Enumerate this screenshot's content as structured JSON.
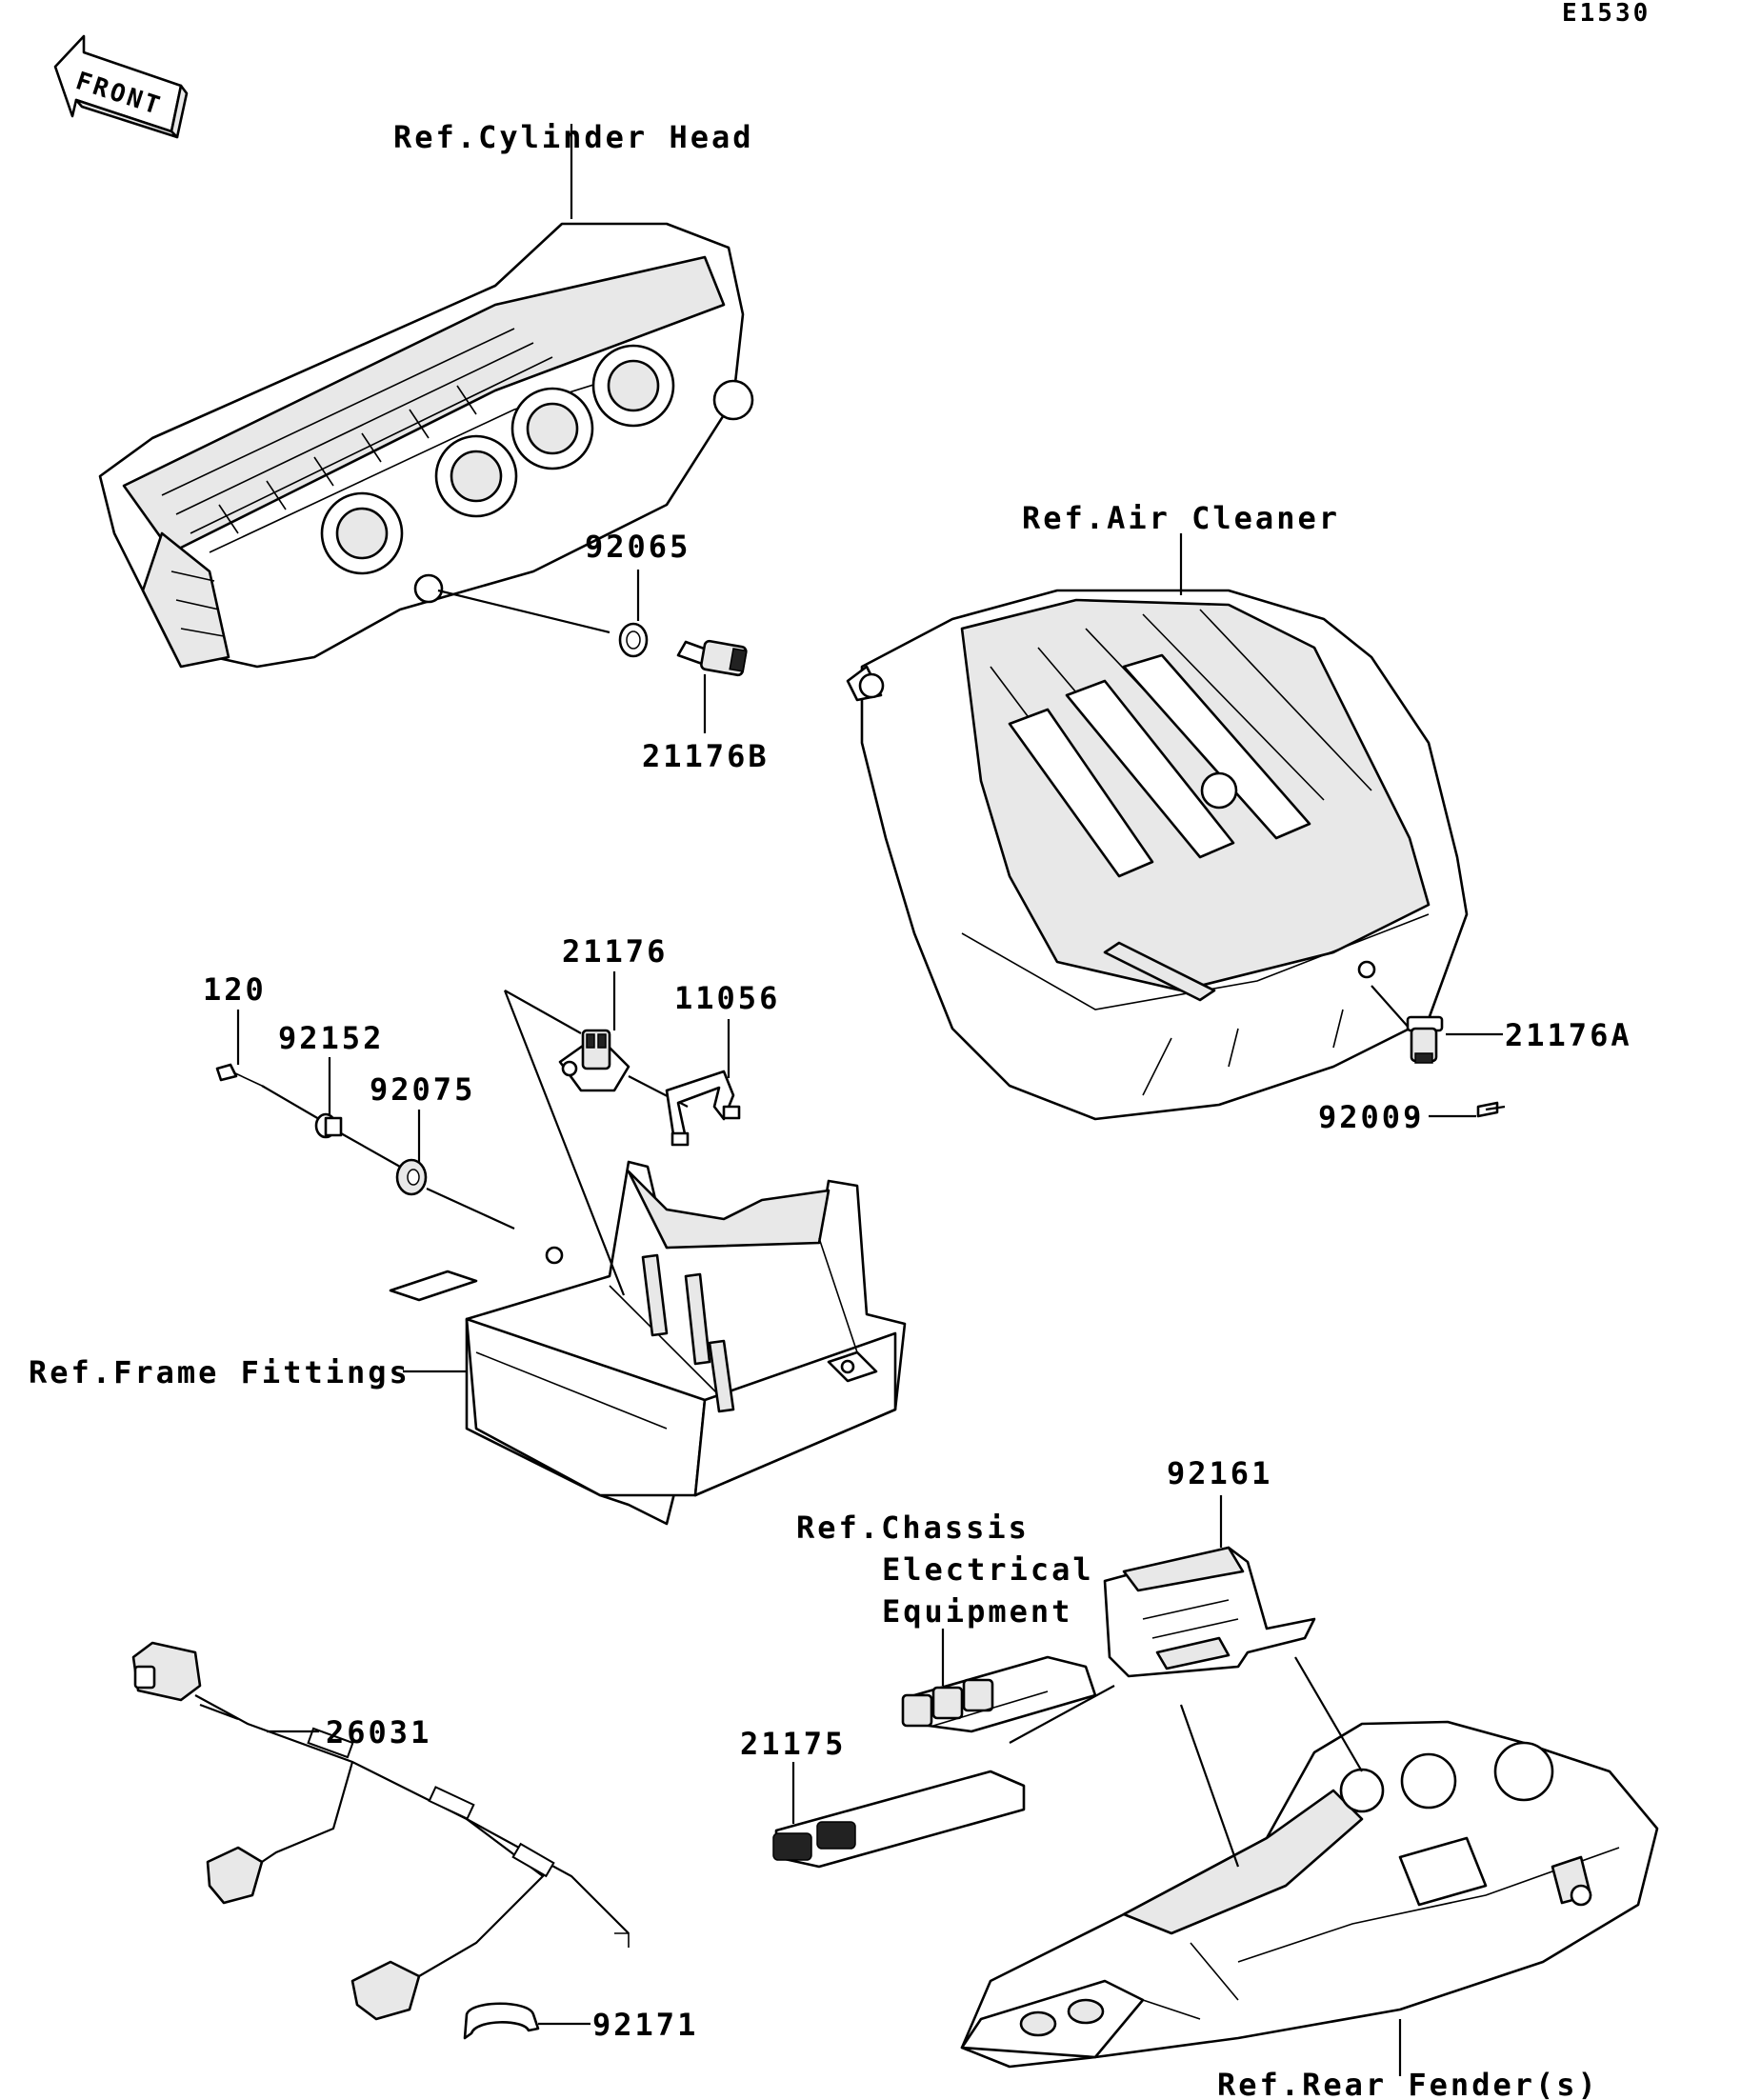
{
  "diagram_code": "E1530",
  "front_arrow": {
    "label": "FRONT"
  },
  "refs": {
    "cylinder_head": "Ref.Cylinder Head",
    "air_cleaner": "Ref.Air Cleaner",
    "frame_fittings": "Ref.Frame Fittings",
    "chassis_line1": "Ref.Chassis",
    "chassis_line2": "Electrical",
    "chassis_line3": "Equipment",
    "rear_fender": "Ref.Rear Fender(s)"
  },
  "parts": {
    "p92065": "92065",
    "p21176B": "21176B",
    "p21176": "21176",
    "p11056": "11056",
    "p120": "120",
    "p92152": "92152",
    "p92075": "92075",
    "p21176A": "21176A",
    "p92009": "92009",
    "p92161": "92161",
    "p26031": "26031",
    "p21175": "21175",
    "p92171": "92171"
  }
}
